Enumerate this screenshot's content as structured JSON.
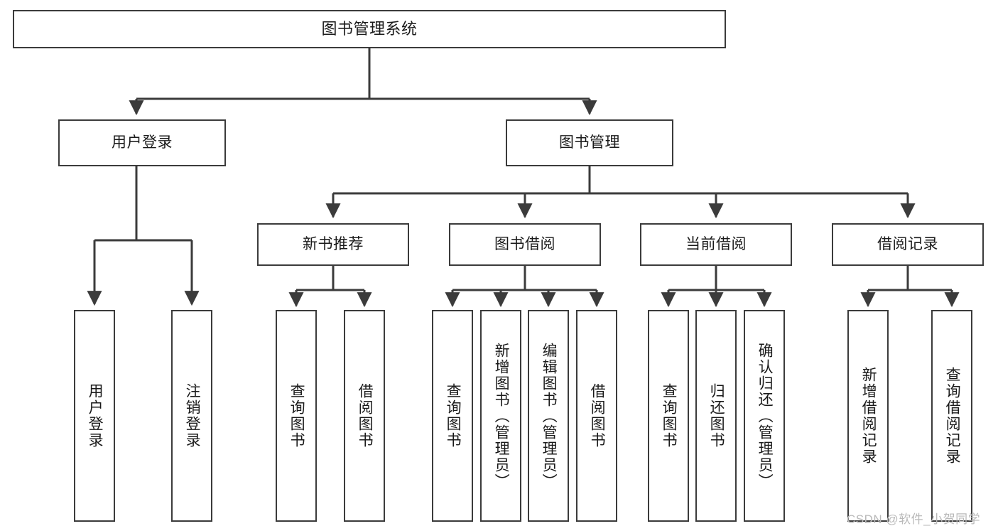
{
  "diagram": {
    "title": "图书管理系统",
    "type": "functional-structure-tree",
    "colors": {
      "stroke": "#3b3b3b",
      "fill": "#ffffff",
      "text": "#1a1a1a",
      "watermark": "#b9b9b9"
    },
    "watermark": "CSDN @软件_小贺同学",
    "levels": {
      "root": {
        "label": "图书管理系统"
      },
      "level2": [
        {
          "id": "user-login",
          "label": "用户登录"
        },
        {
          "id": "book-manage",
          "label": "图书管理"
        }
      ],
      "level3": [
        {
          "id": "new-book-rec",
          "label": "新书推荐"
        },
        {
          "id": "book-borrow",
          "label": "图书借阅"
        },
        {
          "id": "current-borrow",
          "label": "当前借阅"
        },
        {
          "id": "borrow-record",
          "label": "借阅记录"
        }
      ],
      "leaves": {
        "user-login": [
          {
            "id": "leaf-user-login",
            "label": "用户登录"
          },
          {
            "id": "leaf-user-logout",
            "label": "注销登录"
          }
        ],
        "new-book-rec": [
          {
            "id": "leaf-query-book-1",
            "label": "查询图书"
          },
          {
            "id": "leaf-borrow-book-1",
            "label": "借阅图书"
          }
        ],
        "book-borrow": [
          {
            "id": "leaf-query-book-2",
            "label": "查询图书"
          },
          {
            "id": "leaf-add-book",
            "label": "新增图书（管理员）"
          },
          {
            "id": "leaf-edit-book",
            "label": "编辑图书（管理员）"
          },
          {
            "id": "leaf-borrow-book-2",
            "label": "借阅图书"
          }
        ],
        "current-borrow": [
          {
            "id": "leaf-query-book-3",
            "label": "查询图书"
          },
          {
            "id": "leaf-return-book",
            "label": "归还图书"
          },
          {
            "id": "leaf-confirm-return",
            "label": "确认归还（管理员）"
          }
        ],
        "borrow-record": [
          {
            "id": "leaf-add-record",
            "label": "新增借阅记录"
          },
          {
            "id": "leaf-query-record",
            "label": "查询借阅记录"
          }
        ]
      }
    }
  }
}
